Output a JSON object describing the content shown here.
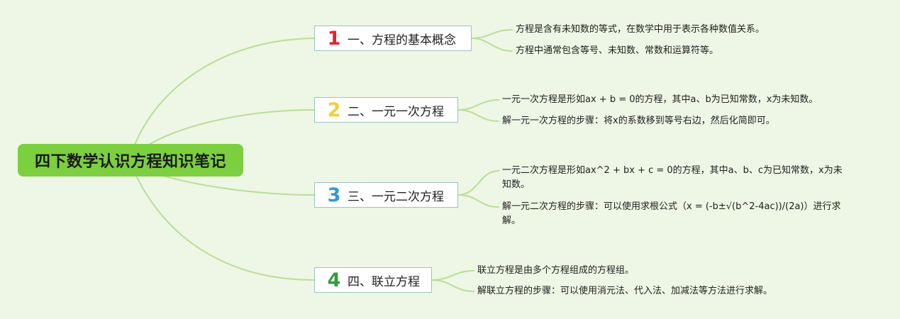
{
  "root": {
    "title": "四下数学认识方程知识笔记"
  },
  "branches": [
    {
      "number": "1",
      "color": "#e0242e",
      "title": "一、方程的基本概念",
      "leaves": [
        "方程是含有未知数的等式，在数学中用于表示各种数值关系。",
        "方程中通常包含等号、未知数、常数和运算符等。"
      ]
    },
    {
      "number": "2",
      "color": "#f2cf3a",
      "title": "二、一元一次方程",
      "leaves": [
        "一元一次方程是形如ax + b = 0的方程，其中a、b为已知常数，x为未知数。",
        "解一元一次方程的步骤：将x的系数移到等号右边，然后化简即可。"
      ]
    },
    {
      "number": "3",
      "color": "#2e9ad8",
      "title": "三、一元二次方程",
      "leaves": [
        "一元二次方程是形如ax^2 + bx + c = 0的方程，其中a、b、c为已知常数，x为未知数。",
        "解一元二次方程的步骤：可以使用求根公式（x = (-b±√(b^2-4ac))/(2a)）进行求解。"
      ]
    },
    {
      "number": "4",
      "color": "#2f9e3a",
      "title": "四、联立方程",
      "leaves": [
        "联立方程是由多个方程组成的方程组。",
        "解联立方程的步骤：可以使用消元法、代入法、加减法等方法进行求解。"
      ]
    }
  ],
  "colors": {
    "background": "#eef6e6",
    "root_fill": "#7ccf3f",
    "connector": "#b6e093",
    "branch_border": "#9cc3c3"
  }
}
